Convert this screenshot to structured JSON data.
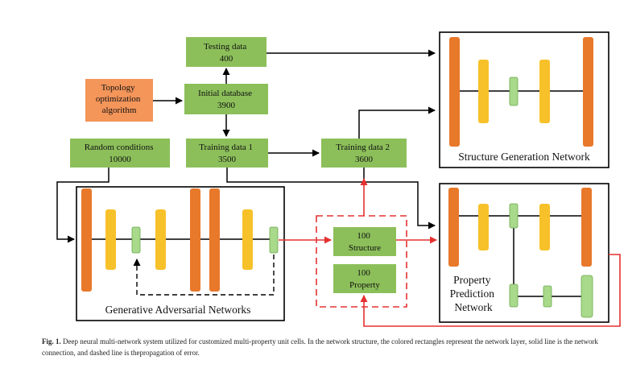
{
  "boxes": {
    "testing": {
      "line1": "Testing data",
      "line2": "400"
    },
    "topology": {
      "line1": "Topology",
      "line2": "optimization",
      "line3": "algorithm"
    },
    "initial": {
      "line1": "Initial database",
      "line2": "3900"
    },
    "random": {
      "line1": "Random conditions",
      "line2": "10000"
    },
    "training1": {
      "line1": "Training data 1",
      "line2": "3500"
    },
    "training2": {
      "line1": "Training data 2",
      "line2": "3600"
    },
    "structure": {
      "line1": "100",
      "line2": "Structure"
    },
    "property": {
      "line1": "100",
      "line2": "Property"
    }
  },
  "networks": {
    "structure_generation": "Structure Generation Network",
    "property_prediction": {
      "line1": "Property",
      "line2": "Prediction",
      "line3": "Network"
    },
    "gan": "Generative Adversarial Networks"
  },
  "caption": {
    "label": "Fig. 1.",
    "text": "Deep neural multi-network system utilized for customized multi-property unit cells. In the network structure, the colored rectangles represent the network layer, solid line is the network connection, and dashed line is thepropagation of error."
  },
  "colors": {
    "green_box": "#8cbf5a",
    "orange_box": "#f4955a",
    "layer_orange": "#e8782a",
    "layer_yellow": "#f7c12a",
    "layer_green": "#a9d98b",
    "error_red": "#e53030"
  }
}
